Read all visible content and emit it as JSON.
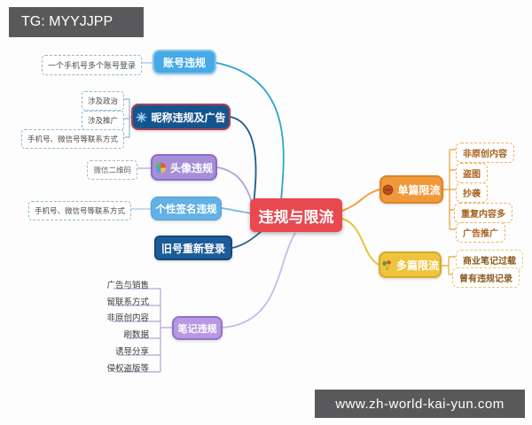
{
  "watermarks": {
    "telegram_badge": "TG: MYYJJPP",
    "website_badge": "www.zh-world-kai-yun.com"
  },
  "map": {
    "center": {
      "label": "违规与限流",
      "color": "#e8494f"
    },
    "left": [
      {
        "label": "账号违规",
        "color": "#47a9e5",
        "children": [
          "一个手机号多个账号登录"
        ]
      },
      {
        "label": "昵称违规及广告",
        "icon": "sparkle-icon",
        "color": "#15558e",
        "children": [
          "涉及政治",
          "涉及推广",
          "手机号、微信号等联系方式"
        ]
      },
      {
        "label": "头像违规",
        "icon": "palette-icon",
        "color": "#a78ed8",
        "children": [
          "微信二维码"
        ]
      },
      {
        "label": "个性签名违规",
        "color": "#63b1e5",
        "children": [
          "手机号、微信号等联系方式"
        ]
      },
      {
        "label": "旧号重新登录",
        "color": "#1b5c99",
        "children": []
      },
      {
        "label": "笔记违规",
        "color": "#b699e2",
        "children": [
          "广告与销售",
          "留联系方式",
          "非原创内容",
          "刷数据",
          "诱导分享",
          "侵权盗版等"
        ]
      }
    ],
    "right": [
      {
        "label": "单篇限流",
        "icon": "orange-ball-icon",
        "color": "#f0993a",
        "children": [
          "非原创内容",
          "盗图",
          "抄袭",
          "重复内容多",
          "广告推广"
        ]
      },
      {
        "label": "多篇限流",
        "icon": "bouquet-icon",
        "color": "#eec33e",
        "children": [
          "商业笔记过载",
          "曾有违规记录"
        ]
      }
    ]
  }
}
